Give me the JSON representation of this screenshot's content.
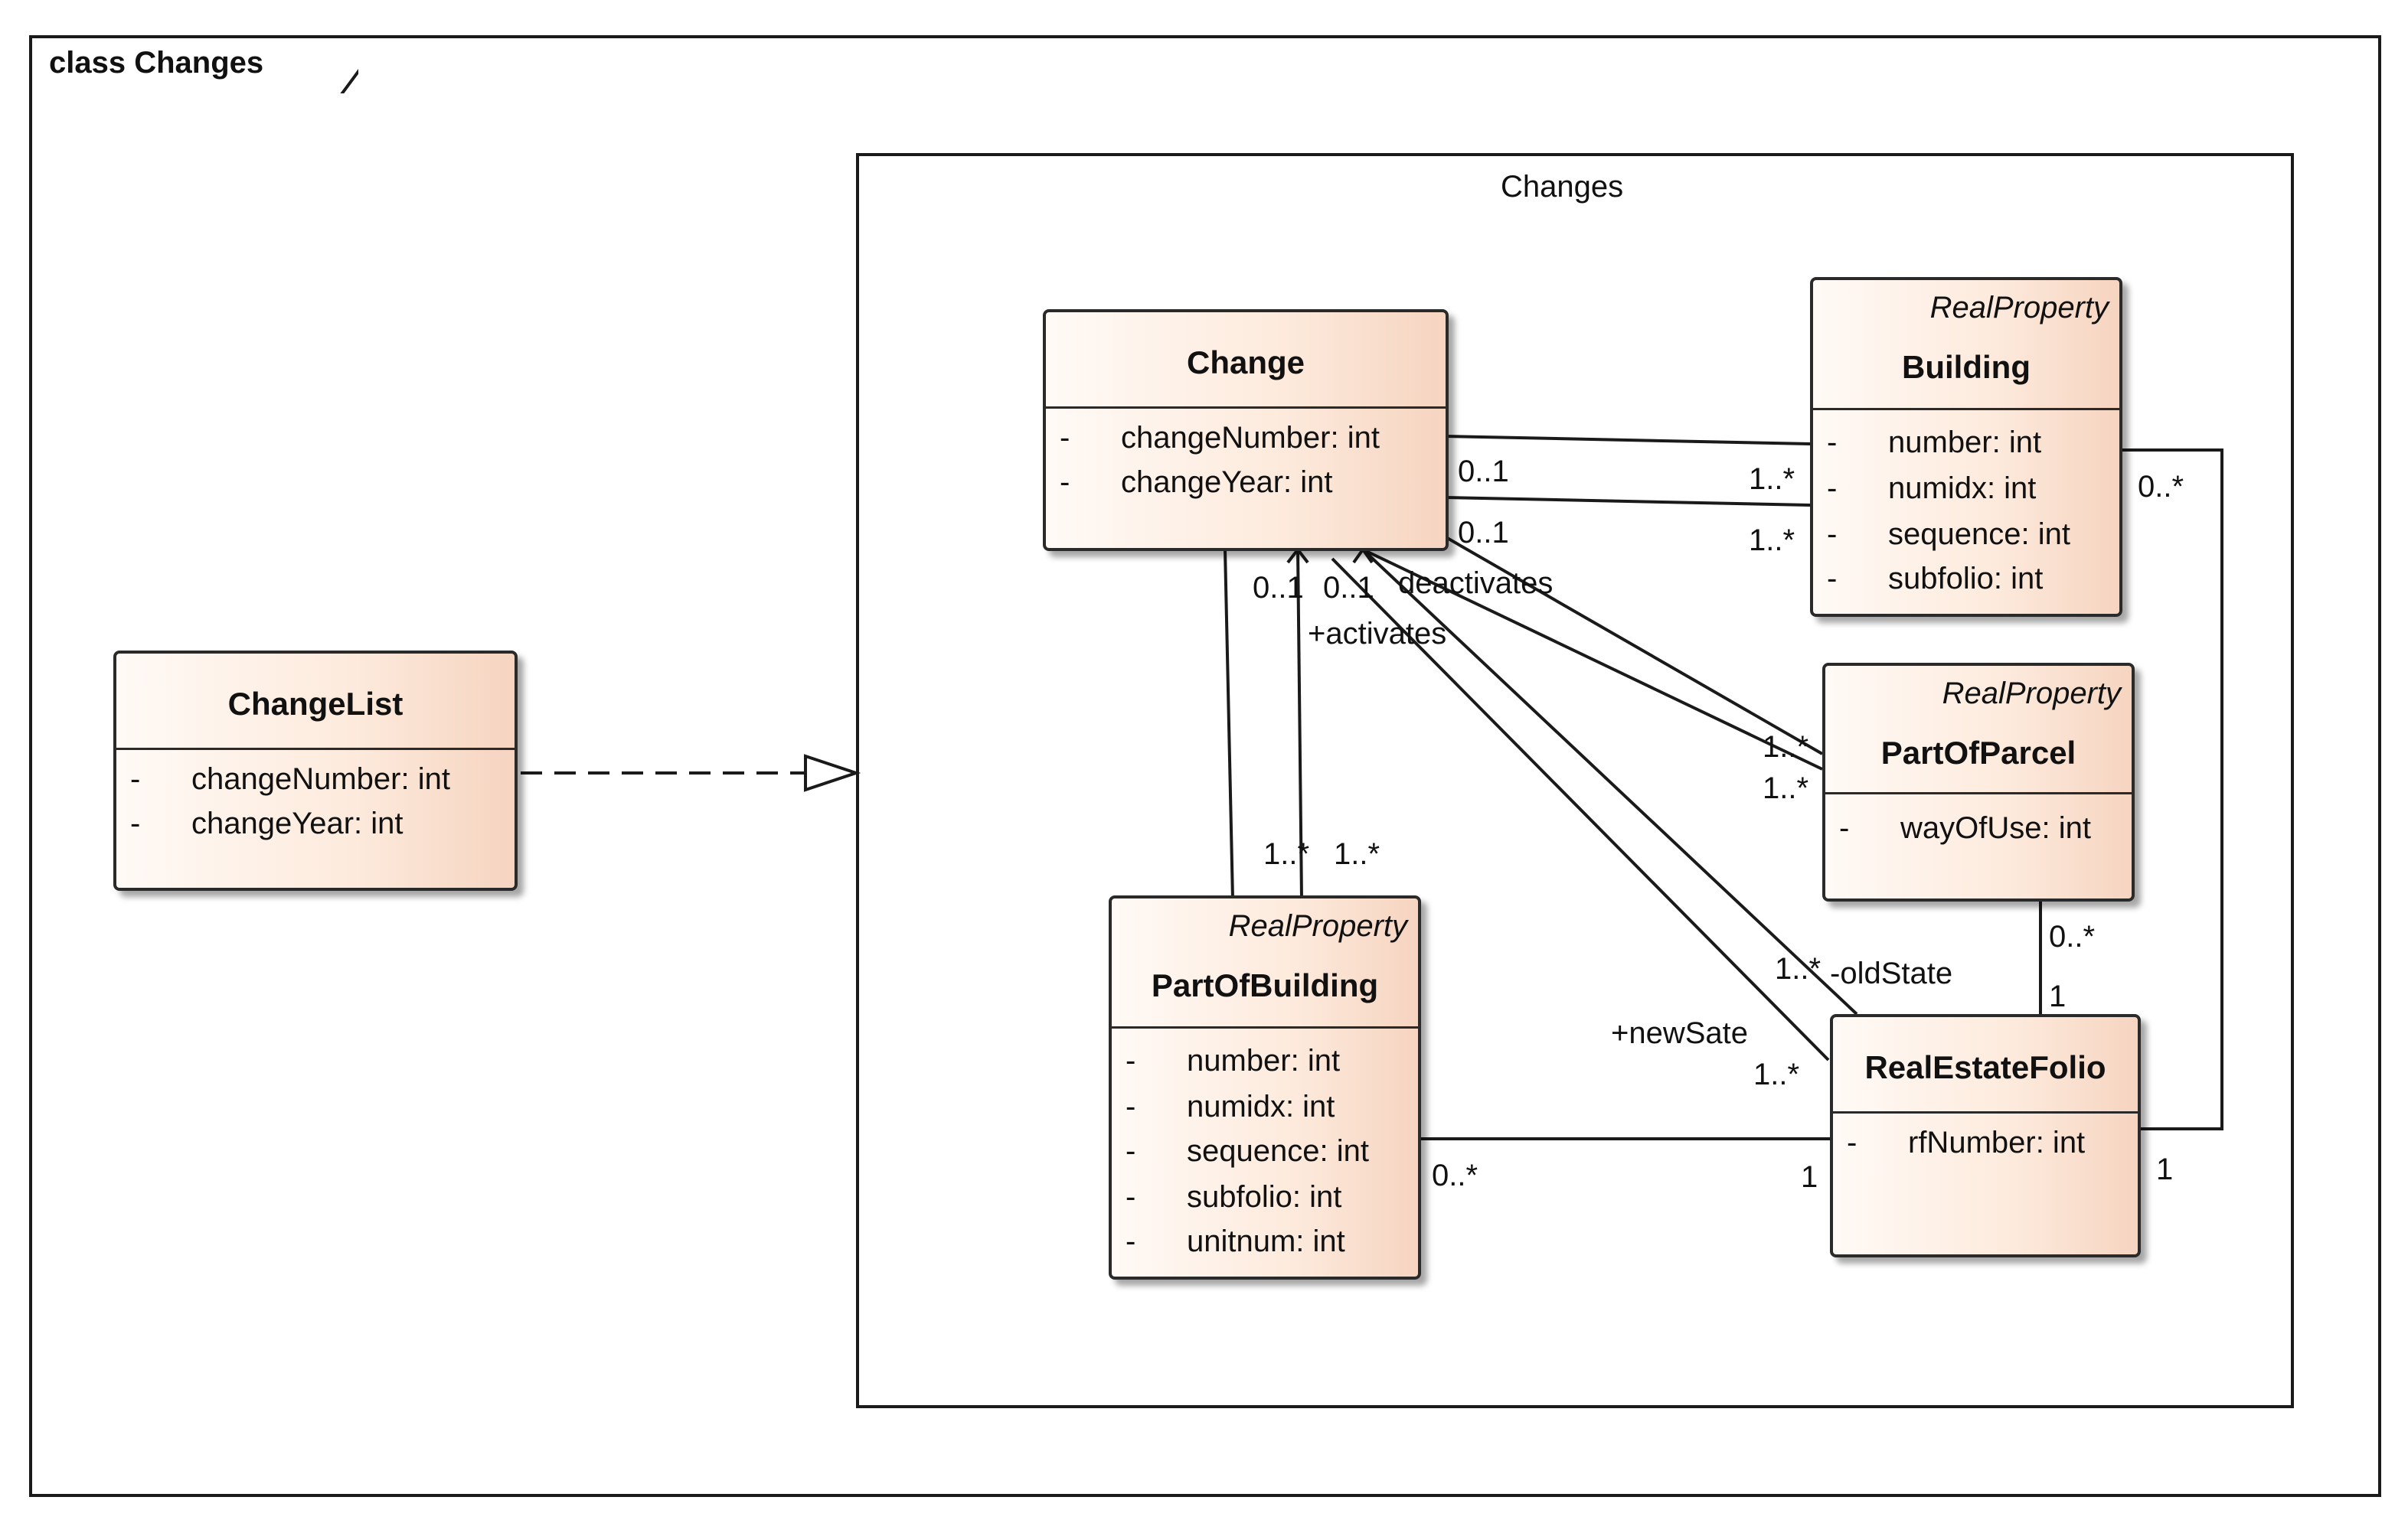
{
  "frame": {
    "title": "class Changes"
  },
  "package": {
    "title": "Changes"
  },
  "classes": {
    "changelist": {
      "name": "ChangeList",
      "attributes": [
        "changeNumber: int",
        "changeYear: int"
      ]
    },
    "change": {
      "name": "Change",
      "attributes": [
        "changeNumber: int",
        "changeYear: int"
      ]
    },
    "building": {
      "stereotype": "RealProperty",
      "name": "Building",
      "attributes": [
        "number: int",
        "numidx: int",
        "sequence: int",
        "subfolio: int"
      ]
    },
    "partofparcel": {
      "stereotype": "RealProperty",
      "name": "PartOfParcel",
      "attributes": [
        "wayOfUse: int"
      ]
    },
    "partofbuilding": {
      "stereotype": "RealProperty",
      "name": "PartOfBuilding",
      "attributes": [
        "number: int",
        "numidx: int",
        "sequence: int",
        "subfolio: int",
        "unitnum: int"
      ]
    },
    "realestatefolio": {
      "name": "RealEstateFolio",
      "attributes": [
        "rfNumber: int"
      ]
    }
  },
  "visibility_marker": "-",
  "labels": {
    "m_change_building_0_1": "0..1",
    "m_building_1star_a": "1..*",
    "m_change_0_1_b": "0..1",
    "m_building_1star_b": "1..*",
    "m_building_0star": "0..*",
    "m_change_0_1_c": "0..1",
    "m_change_0_1_d": "0..1",
    "role_deactivates": "deactivates",
    "role_activates": "+activates",
    "m_parcel_1star_a": "1..*",
    "m_parcel_1star_b": "1..*",
    "m_pob_1star_a": "1..*",
    "m_pob_1star_b": "1..*",
    "m_parcel_0star": "0..*",
    "m_ref_1_top": "1",
    "m_oldstate": "1..*",
    "role_oldstate": "-oldState",
    "role_newsate": "+newSate",
    "m_newsate": "1..*",
    "m_pob_0star": "0..*",
    "m_ref_1_left": "1",
    "m_ref_1_right": "1"
  }
}
